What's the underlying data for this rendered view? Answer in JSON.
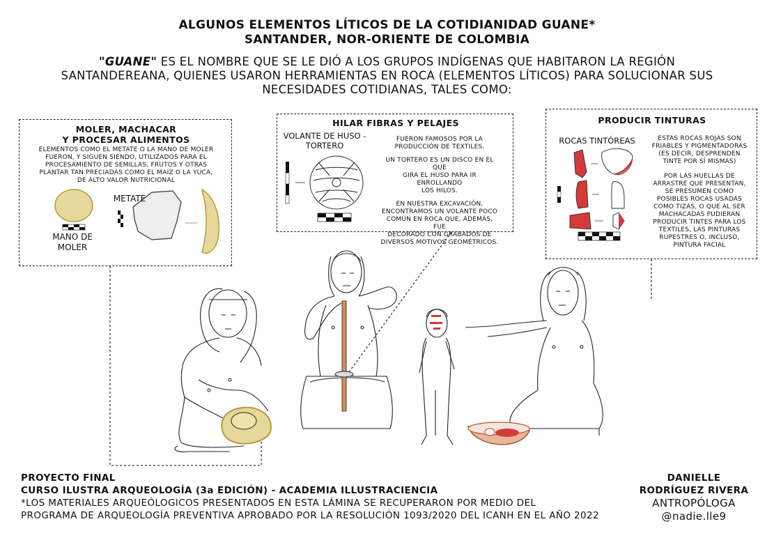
{
  "header": {
    "title_line1": "ALGUNOS ELEMENTOS LÍTICOS DE LA COTIDIANIDAD GUANE*",
    "title_line2": "SANTANDER, NOR-ORIENTE DE COLOMBIA",
    "intro_bold": "\"GUANE\"",
    "intro_line1_rest": " ES EL NOMBRE QUE SE LE DIÓ A LOS GRUPOS INDÍGENAS QUE HABITARON LA REGIÓN",
    "intro_line2": "SANTANDEREANA, QUIENES USARON HERRAMIENTAS EN ROCA (ELEMENTOS LÍTICOS) PARA SOLUCIONAR SUS",
    "intro_line3": "NECESIDADES COTIDIANAS, TALES COMO:"
  },
  "panel_moler": {
    "title_line1": "MOLER, MACHACAR",
    "title_line2": "Y PROCESAR ALIMENTOS",
    "text_lines": [
      "ELEMENTOS COMO EL METATE O LA MANO DE MOLER",
      "FUERON, Y SIGUEN SIENDO, UTILIZADOS PARA EL",
      "PROCESAMIENTO DE SEMILLAS, FRUTOS Y OTRAS",
      "PLANTAR TAN PRECIADAS COMO EL MAÍZ O LA YUCA,",
      "DE ALTO VALOR NUTRICIONAL"
    ],
    "label_metate": "METATE",
    "label_mano_1": "MANO DE",
    "label_mano_2": "MOLER"
  },
  "panel_hilar": {
    "title": "HILAR FIBRAS Y PELAJES",
    "label_1": "VOLANTE DE HUSO -",
    "label_2": "TORTERO",
    "text_lines": [
      "FUERON FAMOSOS POR LA",
      "PRODUCCIÓN DE TEXTILES.",
      "",
      "UN TORTERO ES UN DISCO EN EL QUE",
      "GIRA EL HUSO PARA IR ENROLLANDO",
      "LOS HILOS.",
      "",
      "EN NUESTRA EXCAVACIÓN,",
      "ENCONTRAMOS UN VOLANTE POCO",
      "COMÚN EN ROCA QUE, ADEMÁS, FUE",
      "DECORADO CON GRABADOS DE",
      "DIVERSOS MOTIVOS GEOMÉTRICOS."
    ]
  },
  "panel_tinturas": {
    "title": "PRODUCIR TINTURAS",
    "label": "ROCAS TINTÓREAS",
    "text_lines": [
      "ESTAS ROCAS ROJAS SON",
      "FRIABLES Y PIGMENTADORAS",
      "(ES DECIR, DESPRENDEN",
      "TINTE POR SÍ MISMAS)",
      "",
      "POR LAS HUELLAS DE",
      "ARRASTRE QUE PRESENTAN,",
      "SE PRESUMEN COMO",
      "POSIBLES ROCAS USADAS",
      "COMO TIZAS, O QUE AL SER",
      "MACHACADAS PUDIERAN",
      "PRODUCIR TINTES PARA LOS",
      "TEXTILES, LAS PINTURAS",
      "RUPESTRES O, INCLUSO,",
      "PINTURA FACIAL"
    ]
  },
  "footer": {
    "project": "PROYECTO FINAL",
    "course": "CURSO ILUSTRA ARQUEOLOGÍA (3a EDICIÓN) - ACADEMIA ILLUSTRACIENCIA",
    "note_line1": "*LOS MATERIALES ARQUEÓLOGICOS PRESENTADOS EN ESTA LÁMINA SE RECUPERARON POR MEDIO DEL",
    "note_line2": "PROGRAMA DE ARQUEOLOGÍA PREVENTIVA APROBADO POR LA RESOLUCIÓN 1093/2020 DEL ICANH EN EL AÑO 2022",
    "author_1": "DANIELLE",
    "author_2": "RODRÍGUEZ RIVERA",
    "role": "ANTROPÓLOGA",
    "handle": "@nadie.lle9"
  },
  "colors": {
    "stone_yellow": "#e6d79a",
    "stone_edge": "#b79a3c",
    "pigment_red": "#d43a3a",
    "spindle": "#d98b52"
  }
}
